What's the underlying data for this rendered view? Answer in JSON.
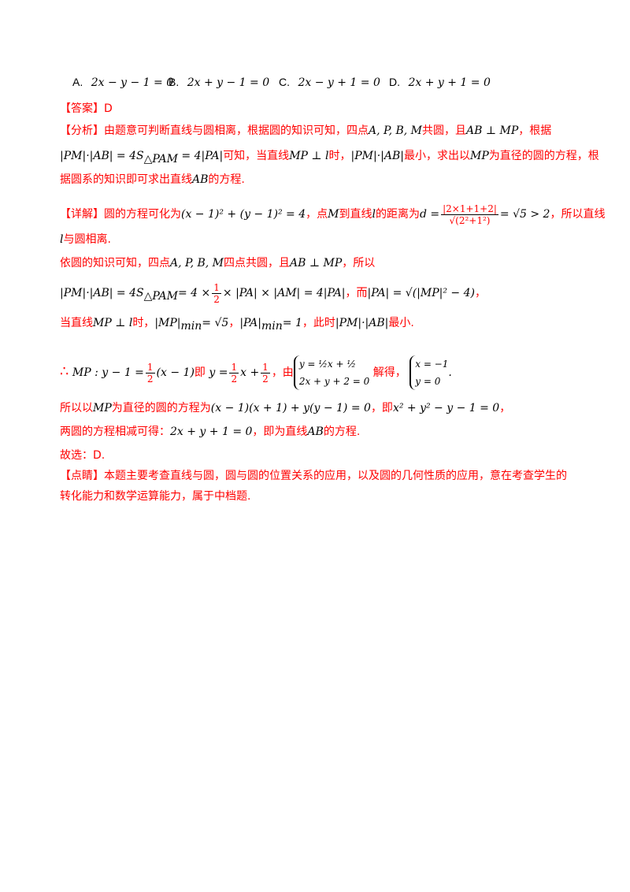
{
  "options": [
    {
      "letter": "A.",
      "expr": "2x − y − 1 = 0"
    },
    {
      "letter": "B.",
      "expr": "2x + y − 1 = 0"
    },
    {
      "letter": "C.",
      "expr": "2x − y + 1 = 0"
    },
    {
      "letter": "D.",
      "expr": "2x + y + 1 = 0"
    }
  ],
  "answer": {
    "tag": "【答案】",
    "value": "D"
  },
  "analysis": {
    "tag": "【分析】",
    "text1": "由题意可判断直线与圆相离，根据圆的知识可知，四点",
    "points": "A, P, B, M",
    "text2": "共圆，且",
    "perp": "AB ⊥ MP",
    "text3": "，根据",
    "formula": "|PM|·|AB| = 4S",
    "formula_sub": "△PAM",
    "formula_tail": " = 4|PA|",
    "text4": "可知，当直线",
    "perp2": "MP ⊥ l",
    "text5": "时，",
    "expr": "|PM|·|AB|",
    "text6": "最小，求出以",
    "mp": "MP",
    "text7": "为直径的圆的方程，根",
    "text8": "据圆系的知识即可求出直线",
    "ab": "AB",
    "text9": "的方程."
  },
  "detail": {
    "tag": "【详解】",
    "t1": "圆的方程可化为",
    "circle": "(x − 1)² + (y − 1)² = 4",
    "t2": "，点",
    "m": "M",
    "t3": "到直线",
    "l": "l",
    "t4": "的距离为",
    "d_lhs": "d =",
    "d_num": "|2×1+1+2|",
    "d_den": "√(2²+1²)",
    "d_rhs": "= √5 > 2",
    "t5": "，所以直线",
    "t6": "与圆相离.",
    "p2a": "依圆的知识可知，四点",
    "p2pts": "A, P, B, M",
    "p2b": "四点共圆，且",
    "p2perp": "AB ⊥ MP",
    "p2c": "，所以",
    "p3expr": "|PM|·|AB| = 4S",
    "p3sub": "△PAM",
    "p3mid": "= 4 ×",
    "p3half_num": "1",
    "p3half_den": "2",
    "p3end": "× |PA| × |AM| = 4|PA|",
    "p3er": "，而",
    "p3pa": "|PA| = √(|MP|² − 4)",
    "p3comma": "，",
    "p4a": "当直线",
    "p4perp": "MP ⊥ l",
    "p4b": "时，",
    "p4min1": "|MP|",
    "p4min1sub": "min",
    "p4min1val": "= √5",
    "p4comma": "，",
    "p4min2": "|PA|",
    "p4min2sub": "min",
    "p4min2val": "= 1",
    "p4c": "，此时",
    "p4expr": "|PM|·|AB|",
    "p4d": "最小.",
    "therefore": "∴",
    "p5a": "MP : y − 1 =",
    "p5frac_num": "1",
    "p5frac_den": "2",
    "p5b": "(x − 1)",
    "p5ji": "即",
    "p5c": "y =",
    "p5c_num": "1",
    "p5c_den": "2",
    "p5d": "x +",
    "p5d_num": "1",
    "p5d_den": "2",
    "p5you": "，由",
    "sys1": "y = ½x + ½",
    "sys2": "2x + y + 2 = 0",
    "p5solve": "解得，",
    "sol1": "x = −1",
    "sol2": "y = 0",
    "p5dot": ".",
    "p6a": "所以以",
    "p6mp": "MP",
    "p6b": "为直径的圆的方程为",
    "p6eq": "(x − 1)(x + 1) + y(y − 1) = 0",
    "p6c": "，即",
    "p6eq2": "x² + y² − y − 1 = 0",
    "p6d": "，",
    "p7a": "两圆的方程相减可得：",
    "p7eq": "2x + y + 1 = 0",
    "p7b": "，即为直线",
    "p7ab": "AB",
    "p7c": "的方程.",
    "p8": "故选：D."
  },
  "comment": {
    "tag": "【点睛】",
    "line1": "本题主要考查直线与圆，圆与圆的位置关系的应用，以及圆的几何性质的应用，意在考查学生的",
    "line2": "转化能力和数学运算能力，属于中档题."
  }
}
